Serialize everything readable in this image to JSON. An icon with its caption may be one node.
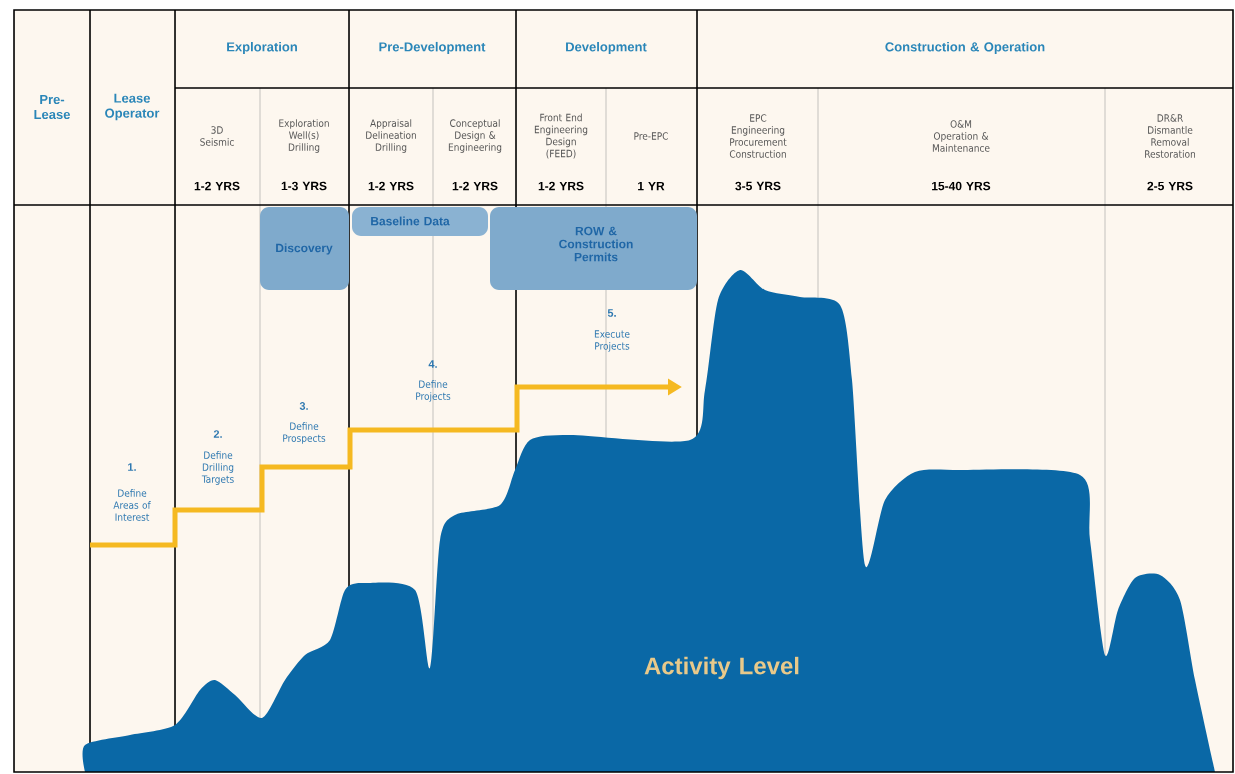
{
  "diagram": {
    "nodes": [
      {
        "text": [
          "Discovery"
        ]
      },
      {
        "text": [
          "Baseline Data"
        ]
      },
      {
        "text": [
          "ROW & Construction Permits"
        ]
      }
    ],
    "labels": [
      "Exploration",
      "Pre-Development",
      "Development",
      "Construction & Operation",
      "Pre- Lease",
      "Lease Operator",
      "3D Seismic",
      "Exploration Well(s) Drilling",
      "Appraisal Delineation Drilling",
      "Conceptual Design & Engineering",
      "Front End Engineering Design (FEED)",
      "Pre-EPC",
      "EPC Engineering Procurement Construction",
      "O&M Operation & Maintenance",
      "DR&R Dismantle Removal Restoration",
      "1-2 YRS",
      "1-3 YRS",
      "1-2 YRS",
      "1-2 YRS",
      "1-2 YRS",
      "1 YR",
      "3-5 YRS",
      "15-40 YRS",
      "2-5 YRS",
      "1.",
      "Define Areas of Interest",
      "2.",
      "Define Drilling Targets",
      "3.",
      "Define Prospects",
      "4.",
      "Define Projects",
      "5.",
      "Execute Projects",
      "Activity Level"
    ]
  }
}
